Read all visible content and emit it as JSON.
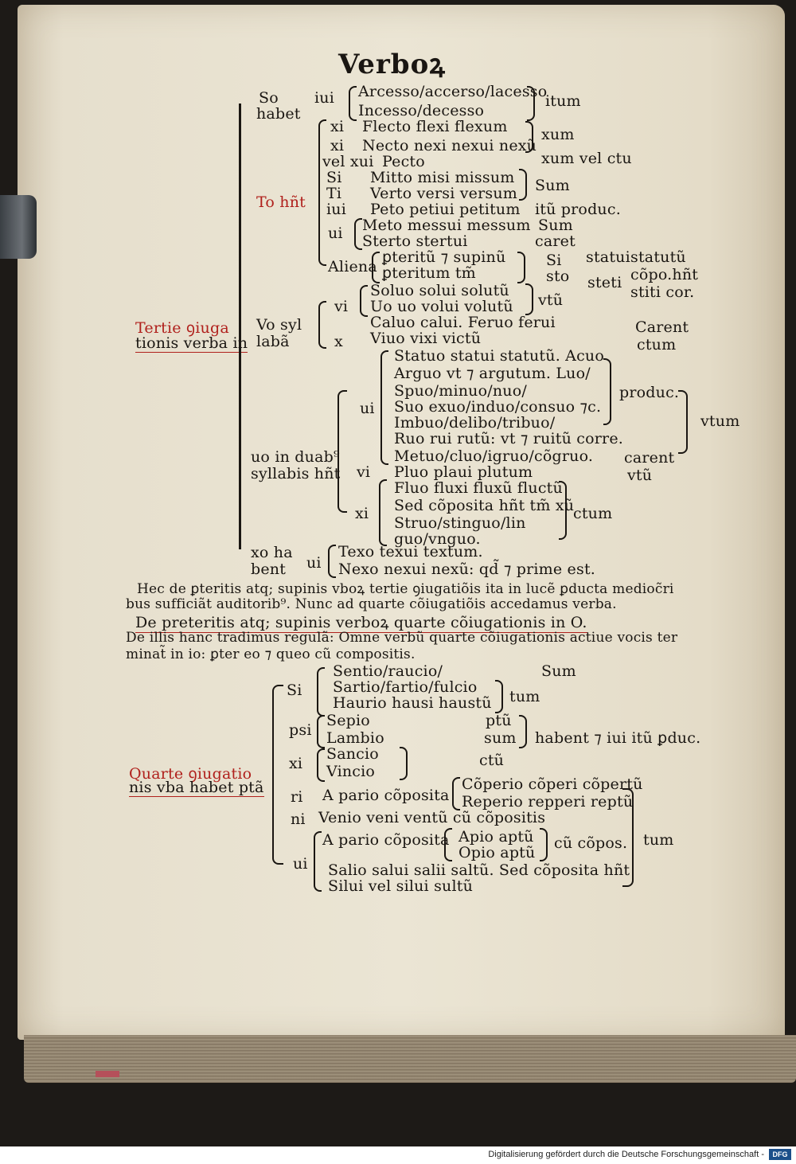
{
  "header": {
    "title": "Verboꝝ"
  },
  "section3": {
    "root_label_1": "Tertie ꝯiuga",
    "root_label_2": "tionis verba in",
    "so_label": "So",
    "so_label2": "habet",
    "to_label": "To hñt",
    "vo_label": "Vo syl",
    "vo_label2": "labã",
    "uo_label": "uo in duab⁹",
    "uo_label2": "syllabis hñt",
    "xo_label": "xo ha",
    "xo_label2": "bent",
    "lines": [
      {
        "pre": "iui",
        "text": "Arcesso/accerso/lacesso"
      },
      {
        "pre": "",
        "text": "Incesso/decesso"
      },
      {
        "pre": "xi",
        "text": "Flecto flexi flexum"
      },
      {
        "pre": "xi",
        "text": "Necto nexi nexui nexũ"
      },
      {
        "pre": "vel xui",
        "text": "Pecto"
      },
      {
        "pre": "Si",
        "text": "Mitto misi missum"
      },
      {
        "pre": "Ti",
        "text": "Verto versi versum"
      },
      {
        "pre": "iui",
        "text": "Peto petiui petitum"
      },
      {
        "pre": "ui",
        "text": "Meto messui messum"
      },
      {
        "pre": "",
        "text": "Sterto stertui"
      },
      {
        "pre": "Aliena",
        "text": "ꝑteritũ ⁊ supinũ"
      },
      {
        "pre": "",
        "text": "ꝑteritum tm̃"
      },
      {
        "pre": "vi",
        "text": "Soluo solui solutũ"
      },
      {
        "pre": "",
        "text": "Uo uo volui volutũ"
      },
      {
        "pre": "",
        "text": "Caluo calui. Feruo ferui"
      },
      {
        "pre": "x",
        "text": "Viuo vixi victũ"
      }
    ],
    "right": {
      "itum": "itum",
      "xum": "xum",
      "xum_vel": "xum vel ctu",
      "sum": "Sum",
      "itu_produc": "itũ produc.",
      "sum2": "Sum",
      "caret": "caret",
      "si": "Si",
      "sto": "sto",
      "statui": "statui",
      "steti": "steti",
      "statutu": "statutũ",
      "copo": "cõpo.hñt",
      "stiti": "stiti cor.",
      "vtu": "vtũ",
      "carent": "Carent",
      "ctum": "ctum"
    },
    "uo_lines": [
      "Statuo statui statutũ. Acuo",
      "Arguo vt ⁊ argutum. Luo/",
      "Spuo/minuo/nuo/",
      "Suo exuo/induo/consuo ⁊c.",
      "Imbuo/delibo/tribuo/",
      "Ruo rui rutũ: vt ⁊ ruitũ corre.",
      "Metuo/cluo/igruo/cõgruo.",
      "Pluo plaui plutum",
      "Fluo fluxi fluxũ fluctũ",
      "Sed cõposita hñt tm̃ xũ",
      "Struo/stinguo/lin",
      "guo/vnguo."
    ],
    "uo_pre": {
      "ui": "ui",
      "vi": "vi",
      "xi": "xi"
    },
    "uo_right": {
      "produc": "produc.",
      "vtum": "vtum",
      "carent": "carent",
      "vtu": "vtũ",
      "ctum": "ctum"
    },
    "xo_lines": [
      "Texo texui textum.",
      "Nexo nexui nexũ: qd̃ ⁊ prime est."
    ],
    "xo_pre": "ui"
  },
  "paragraph": {
    "line1": "Hec de ꝑteritis atq; supinis vboꝝ tertie ꝯiugatiõis ita in lucẽ ꝑducta medioc̃ri",
    "line2": "bus sufficiãt auditorib⁹. Nunc ad quarte cõiugatiõis accedamus verba.",
    "heading": "De preteritis atq; supinis verboꝝ quarte cõiugationis in O.",
    "line3": "De illis hanc tradimus regulã: Omne verbũ quarte cõiugationis actiue vocis ter",
    "line4": "minat̃ in io: ꝑter eo ⁊ queo cũ compositis."
  },
  "section4": {
    "root_label_1": "Quarte ꝯiugatio",
    "root_label_2": "nis vba habet ptã",
    "pre": {
      "si": "Si",
      "psi": "psi",
      "xi": "xi",
      "ri": "ri",
      "ni": "ni",
      "ui": "ui"
    },
    "lines": [
      "Sentio/raucio/",
      "Sartio/fartio/fulcio",
      "Haurio hausi haustũ",
      "Sepio",
      "Lambio",
      "Sancio",
      "Vincio",
      "A pario cõposita",
      "Venio veni ventũ cũ cõpositis",
      "A pario cõposita",
      "Salio salui salii saltũ. Sed cõposita hñt",
      "Silui vel silui sultũ"
    ],
    "right": {
      "sum": "Sum",
      "tum": "tum",
      "ptu": "ptũ",
      "sum2": "sum",
      "habent": "habent ⁊ iui itũ ꝑduc.",
      "ctu": "ctũ",
      "coperio": "Cõperio cõperi cõpertũ",
      "reperio": "Reperio repperi reptũ",
      "apio": "Apio aptũ",
      "opio": "Opio aptũ",
      "cu_copos": "cũ cõpos.",
      "tum2": "tum"
    }
  },
  "footer": {
    "text": "Digitalisierung gefördert durch die Deutsche Forschungsgemeinschaft -",
    "logo": "DFG"
  }
}
